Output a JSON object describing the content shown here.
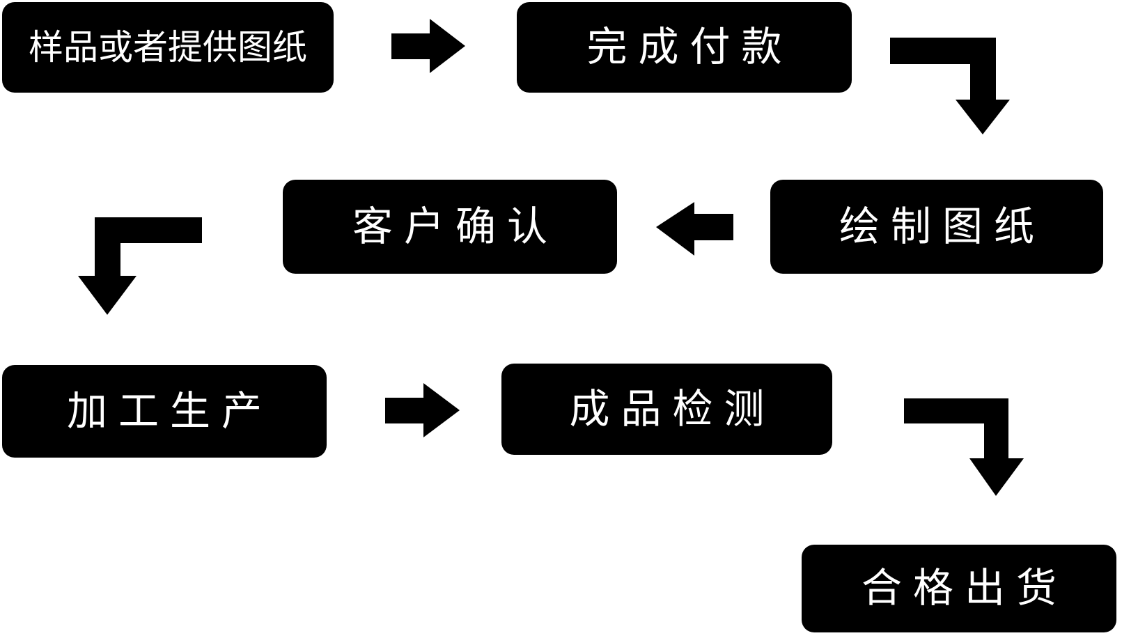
{
  "flowchart": {
    "type": "process-flow-diagram",
    "language": "zh-CN",
    "colors": {
      "shape": "#000000",
      "text": "#ffffff",
      "background": "#ffffff"
    },
    "steps": [
      {
        "order": 1,
        "label": "样品或者提供图纸"
      },
      {
        "order": 2,
        "label": "完成付款"
      },
      {
        "order": 3,
        "label": "绘制图纸"
      },
      {
        "order": 4,
        "label": "客户确认"
      },
      {
        "order": 5,
        "label": "加工生产"
      },
      {
        "order": 6,
        "label": "成品检测"
      },
      {
        "order": 7,
        "label": "合格出货"
      }
    ],
    "connections": [
      {
        "from": "样品或者提供图纸",
        "to": "完成付款",
        "arrow": "right"
      },
      {
        "from": "完成付款",
        "to": "绘制图纸",
        "arrow": "elbow-right-down"
      },
      {
        "from": "绘制图纸",
        "to": "客户确认",
        "arrow": "left"
      },
      {
        "from": "客户确认",
        "to": "加工生产",
        "arrow": "elbow-left-down"
      },
      {
        "from": "加工生产",
        "to": "成品检测",
        "arrow": "right"
      },
      {
        "from": "成品检测",
        "to": "合格出货",
        "arrow": "elbow-right-down"
      }
    ]
  }
}
